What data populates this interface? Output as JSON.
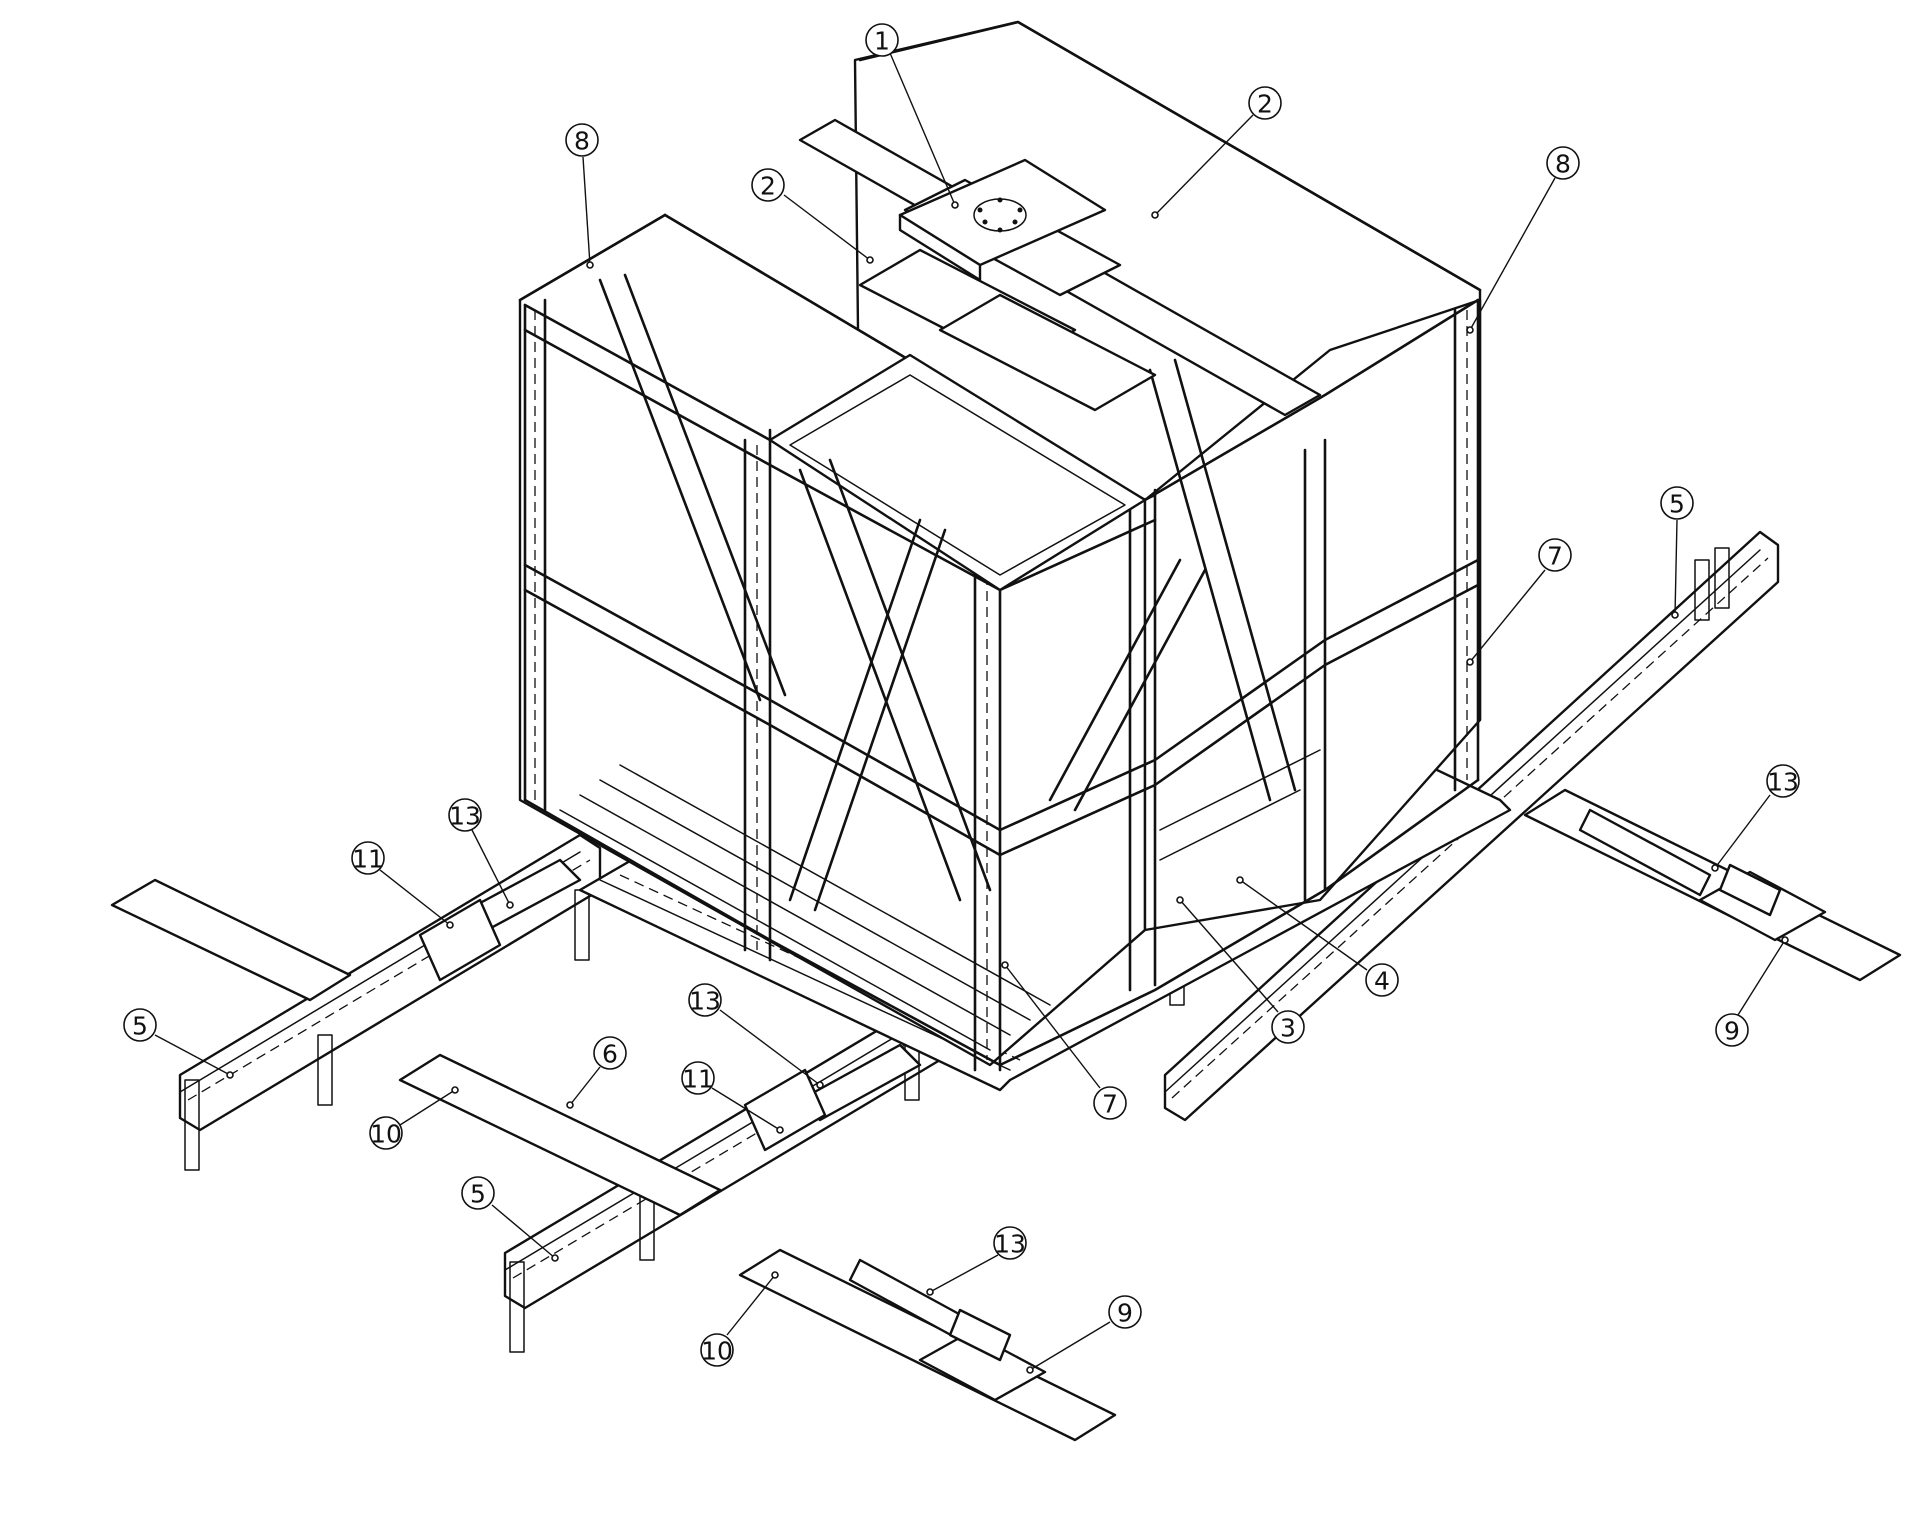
{
  "callouts": [
    {
      "id": "c1",
      "label": "1"
    },
    {
      "id": "c2a",
      "label": "2"
    },
    {
      "id": "c2b",
      "label": "2"
    },
    {
      "id": "c3",
      "label": "3"
    },
    {
      "id": "c4",
      "label": "4"
    },
    {
      "id": "c5a",
      "label": "5"
    },
    {
      "id": "c5b",
      "label": "5"
    },
    {
      "id": "c5c",
      "label": "5"
    },
    {
      "id": "c6",
      "label": "6"
    },
    {
      "id": "c7a",
      "label": "7"
    },
    {
      "id": "c7b",
      "label": "7"
    },
    {
      "id": "c8a",
      "label": "8"
    },
    {
      "id": "c8b",
      "label": "8"
    },
    {
      "id": "c9a",
      "label": "9"
    },
    {
      "id": "c9b",
      "label": "9"
    },
    {
      "id": "c10a",
      "label": "10"
    },
    {
      "id": "c10b",
      "label": "10"
    },
    {
      "id": "c11a",
      "label": "11"
    },
    {
      "id": "c11b",
      "label": "11"
    },
    {
      "id": "c13a",
      "label": "13"
    },
    {
      "id": "c13b",
      "label": "13"
    },
    {
      "id": "c13c",
      "label": "13"
    },
    {
      "id": "c13d",
      "label": "13"
    }
  ]
}
